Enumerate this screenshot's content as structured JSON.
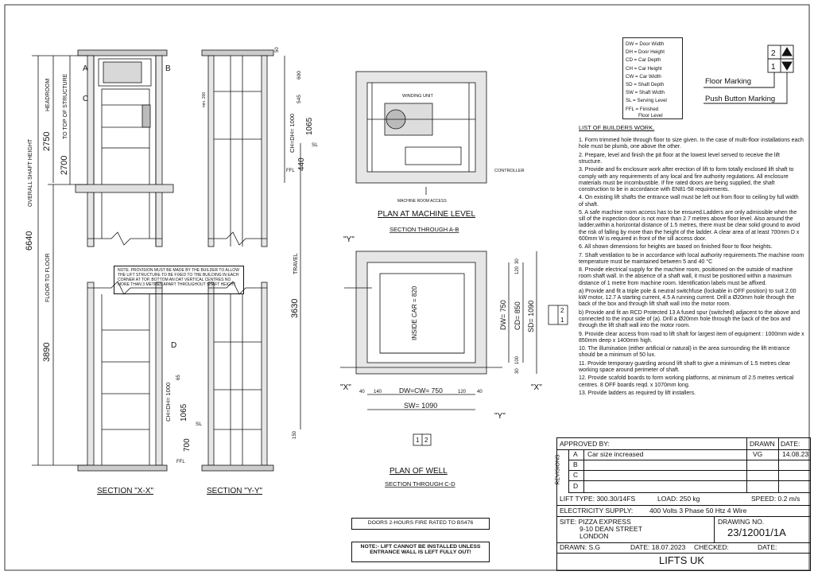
{
  "legend": [
    "DW = Door Width",
    "DH = Door Height",
    "CD = Car Depth",
    "CH = Car Height",
    "CW = Car Width",
    "SD = Shaft Depth",
    "SW = Shaft Width",
    "SL = Serving Level",
    "FFL = Finished",
    "Floor Level"
  ],
  "marking": {
    "floor": "Floor Marking",
    "push": "Push Button Marking",
    "n2": "2",
    "n1": "1"
  },
  "notes_title": "LIST OF BUILDERS WORK.",
  "notes": [
    "1. Form trimmed hole through floor to size given.  In the case of multi-floor installations each hole must be plumb, one above the other.",
    "2. Prepare, level and finish the pit floor at the lowest level served to receive the lift structure.",
    "3. Provide and fix enclosure work after erection of lift to form totally enclosed lift shaft to comply with any requirements of any local and fire authority regulations. All enclosure materials must be incombustible. If fire rated doors are being supplied, the shaft construction to be in accordance with EN81-58 requirements.",
    "4. On existing lift shafts the entrance wall must be left out from floor to ceiling by full width of shaft.",
    "5. A safe machine room access has to be ensured.Ladders are only admissible when the sill of the inspection door is not more than 2.7 metres above floor level. Also around the ladder,within a horizontal distance of 1.5 metres, there must be clear solid ground to avoid the risk of falling by more than the height of the ladder. A clear area of at least 700mm D x 600mm W is required in front of the sill access door.",
    "6. All shown dimensions for heights are based on finished floor to floor heights.",
    "7. Shaft ventilation to be in accordance with local authority requirements.The machine room temperature must be maintained between 5 and 40 °C",
    "8. Provide electrical supply for the machine room, positioned on the outside of machine room shaft wall. In the absence of a shaft wall, it must be positioned within a maximum distance of 1 metre from machine room. Identification labels must be affixed.",
    "a) Provide and fit a triple pole & neutral switchfuse  (lockable in OFF position) to suit 2.00 kW motor, 12.7 A starting current, 4.5 A running current. Drill a Ø20mm hole through the back of the box and through lift shaft wall into the motor room.",
    "b)  Provide and fit an RCD Protected 13 A fused spur (switched) adjacent to the above and connected to the input side of (a). Drill a Ø20mm hole through the back of the box and through the lift shaft wall into the motor room.",
    "9. Provide clear access from road to lift shaft for largest item of equipment : 1000mm wide x 850mm deep x 1400mm high.",
    "10. The illumination (either artificial or natural) in the area surrounding the lift entrance should be a minimum of 50 lux.",
    "11. Provide temporary guarding around lift shaft to give a minimum of 1.5 metres clear working space around perimeter of shaft.",
    "12. Provide scafold boards to form working platforms, at minimum of 2.5 metres vertical centres. 8 OFF boards reqd. x 1070mm long.",
    "13. Provide ladders as required by lift installers."
  ],
  "title_block": {
    "approved": "APPROVED BY:",
    "drawn_h": "DRAWN",
    "date_h": "DATE:",
    "revisions": "REVISIONS",
    "rev": [
      {
        "letter": "A",
        "text": "Car size increased",
        "drawn": "VG",
        "date": "14.08.23"
      },
      {
        "letter": "B"
      },
      {
        "letter": "C"
      },
      {
        "letter": "D"
      }
    ],
    "lift_type": "LIFT TYPE: 300.30/14FS",
    "load": "LOAD: 250 kg",
    "speed": "SPEED: 0.2 m/s",
    "elec_label": "ELECTRICITY SUPPLY:",
    "elec": "400 Volts  3 Phase  50 Htz  4 Wire",
    "site": "SITE: PIZZA EXPRESS",
    "addr1": "9-10 DEAN STREET",
    "addr2": "LONDON",
    "drawing_no_label": "DRAWING NO.",
    "drawing_no": "23/12001/1A",
    "drawn_by": "DRAWN: S.G",
    "date": "DATE: 18.07.2023",
    "checked": "CHECKED:",
    "date2": "DATE:",
    "company": "LIFTS UK"
  },
  "boxes": {
    "doors": "DOORS 2-HOURS FIRE RATED TO BS476",
    "note_lift": "NOTE:- LIFT CANNOT BE INSTALLED UNLESS ENTRANCE WALL IS LEFT FULLY OUT!",
    "note_provision": "NOTE. PROVISION MUST BE MADE BY THE BUILDER TO ALLOW THE LIFT STRUCTURE TO BE FIXED TO THE BUILDING IN EACH CORNER AT TOP, BOTTOM AN DAT VERTICAL CENTRES NO MORE THAN 3 METRES APART THROUGHOUT SHAFT HEIGHT."
  },
  "labels": {
    "section_xx": "SECTION \"X-X\"",
    "section_yy": "SECTION \"Y-Y\"",
    "plan_machine": "PLAN AT MACHINE LEVEL",
    "section_ab": "SECTION THROUGH A-B",
    "plan_well": "PLAN OF WELL",
    "section_cd": "SECTION THROUGH C-D",
    "winding": "WINDING UNIT",
    "controller": "CONTROLLER",
    "mra": "MACHINE ROOM ACCESS",
    "inside_car": "INSIDE CAR = 820",
    "dw": "DW= 750",
    "cd": "CD= 850",
    "sd": "SD= 1090",
    "dwcw": "DW=CW= 750",
    "sw": "SW= 1090",
    "headroom": "HEADROOM",
    "tts": "TO TOP OF STRUCTURE",
    "osh": "OVERALL SHAFT HEIGHT",
    "ftf": "FLOOR TO FLOOR",
    "travel": "TRAVEL",
    "d2750": "2750",
    "d2700": "2700",
    "d6640": "6640",
    "d3890": "3890",
    "d3630": "3630",
    "d1065": "1065",
    "d1000": "CH=DH= 1000",
    "d440": "440",
    "d700": "700",
    "d1065b": "1065",
    "d1000b": "CH=DH= 1000",
    "d50": "50",
    "d600": "600",
    "d545": "545",
    "d150": "150",
    "d65": "65",
    "dmin": "min. 200",
    "sl": "SL",
    "ffl": "FFL",
    "A": "A",
    "B": "B",
    "C": "C",
    "D": "D",
    "X": "\"X\"",
    "Y": "\"Y\"",
    "w40a": "40",
    "w140": "140",
    "w120": "120",
    "w40b": "40",
    "d120": "120",
    "d30a": "30",
    "d100": "100",
    "d30b": "30"
  }
}
